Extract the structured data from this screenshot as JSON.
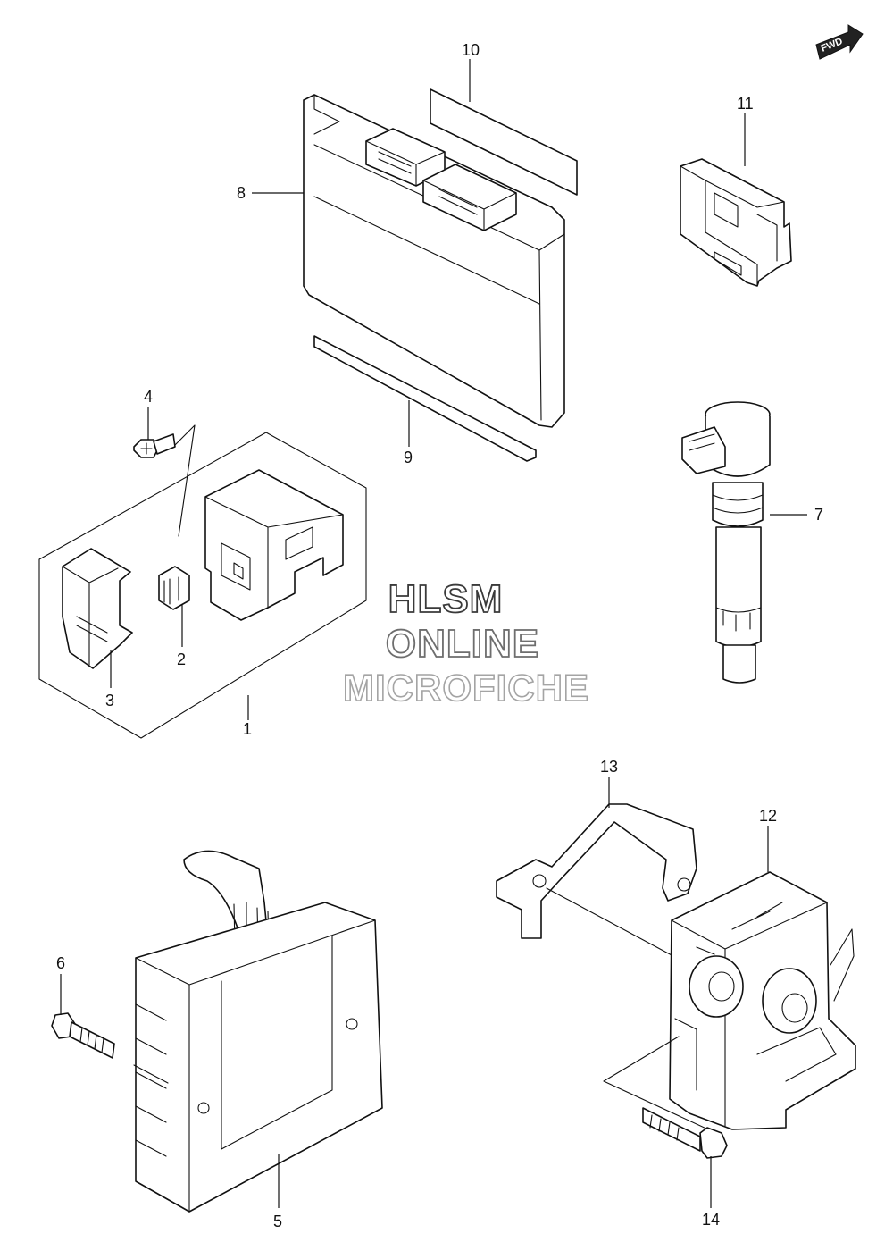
{
  "diagram": {
    "fwd_label": "FWD",
    "callouts": {
      "c1": "1",
      "c2": "2",
      "c3": "3",
      "c4": "4",
      "c5": "5",
      "c6": "6",
      "c7": "7",
      "c8": "8",
      "c9": "9",
      "c10": "10",
      "c11": "11",
      "c12": "12",
      "c13": "13",
      "c14": "14"
    }
  },
  "watermark": {
    "line1": "HLSM",
    "line2": "ONLINE",
    "line3": "MICROFICHE"
  }
}
